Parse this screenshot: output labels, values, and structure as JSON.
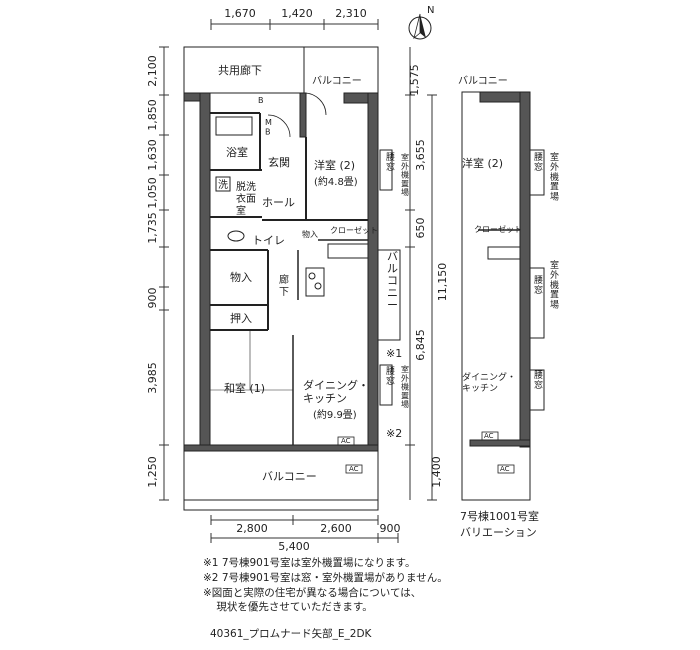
{
  "top_dims": [
    "1,670",
    "1,420",
    "2,310"
  ],
  "left_dims": [
    "2,100",
    "1,850",
    "1,630",
    "1,050",
    "1,735",
    "900",
    "3,985",
    "1,250"
  ],
  "right_dims": [
    "1,575",
    "3,655",
    "650",
    "6,845",
    "11,150",
    "1,400"
  ],
  "bottom_dims": [
    "2,800",
    "2,600",
    "5,400",
    "900"
  ],
  "rooms": {
    "common_corridor": "共用廊下",
    "balcony": "バルコニー",
    "balcony_vertical": "バルコニー",
    "genkan": "玄関",
    "bath": "浴室",
    "wash": "洗",
    "dressing": "脱洗\n衣面\n室",
    "hall": "ホール",
    "western": "洋室 (2)",
    "western_size": "(約4.8畳)",
    "koshimado": "腰窓",
    "outdoor_unit": "室外機置場",
    "storage_small": "物入",
    "closet": "クローゼット",
    "toilet": "トイレ",
    "storage": "物入",
    "corridor": "廊\n下",
    "oshiire": "押入",
    "washitsu": "和室 (1)",
    "dining": "ダイニング・\nキッチン",
    "dining_size": "(約9.9畳)",
    "ac": "AC",
    "mb": "M\nB",
    "b": "B",
    "note_mark_1": "※1",
    "note_mark_2": "※2"
  },
  "variation": {
    "balcony": "バルコニー",
    "western": "洋室 (2)",
    "koshimado": "腰窓",
    "outdoor_unit": "室外機置場",
    "closet": "クローゼット",
    "dining": "ダイニング・\nキッチン",
    "ac": "AC",
    "caption_line1": "7号棟1001号室",
    "caption_line2": "バリエーション"
  },
  "compass_label": "N",
  "notes": [
    "※1  7号棟901号室は室外機置場になります。",
    "※2  7号棟901号室は窓・室外機置場がありません。",
    "※図面と実際の住宅が異なる場合については、",
    "    現状を優先させていただきます。"
  ],
  "code": "40361_プロムナード矢部_E_2DK"
}
